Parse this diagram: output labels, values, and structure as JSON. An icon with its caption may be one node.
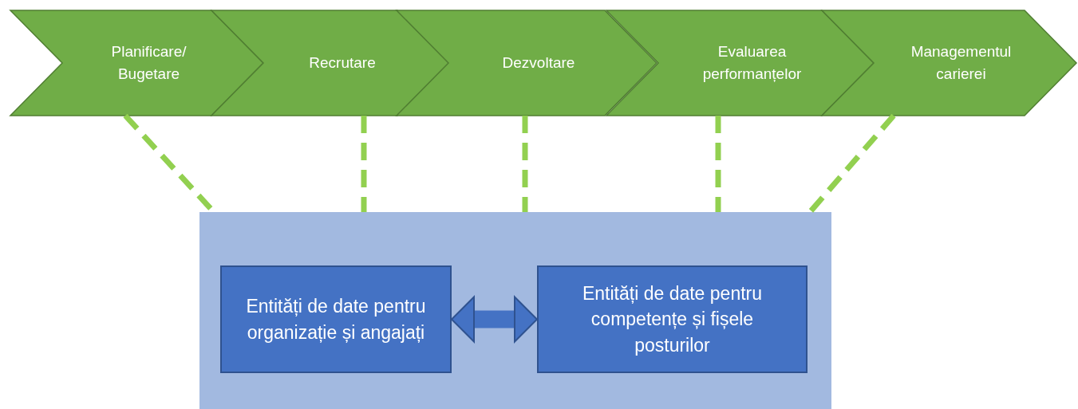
{
  "diagram": {
    "nodes": [
      {
        "text": [
          "Planificare/ Bugetare"
        ]
      },
      {
        "text": [
          "Recrutare"
        ]
      },
      {
        "text": [
          "Dezvoltare"
        ]
      },
      {
        "text": [
          "Evaluarea performanțelor"
        ]
      },
      {
        "text": [
          "Managementul carierei"
        ]
      },
      {
        "text": [],
        "shape": "box"
      },
      {
        "text": [
          "Entități de date pentru organizație și angajați"
        ],
        "in": 5
      },
      {
        "text": [
          "Entități de date pentru competențe și fișele posturilor"
        ],
        "in": 5
      }
    ],
    "edges": [
      {
        "from": 0,
        "to": 5,
        "arrow": "none",
        "style": "dashed",
        "color": "#92d050"
      },
      {
        "from": 1,
        "to": 5,
        "arrow": "none",
        "style": "dashed",
        "color": "#92d050"
      },
      {
        "from": 2,
        "to": 5,
        "arrow": "none",
        "style": "dashed",
        "color": "#92d050"
      },
      {
        "from": 3,
        "to": 5,
        "arrow": "none",
        "style": "dashed",
        "color": "#92d050"
      },
      {
        "from": 4,
        "to": 5,
        "arrow": "none",
        "style": "dashed",
        "color": "#92d050"
      },
      {
        "from": 6,
        "to": 7,
        "arrow": "both",
        "style": "thick",
        "color": "#4472c4"
      }
    ]
  }
}
